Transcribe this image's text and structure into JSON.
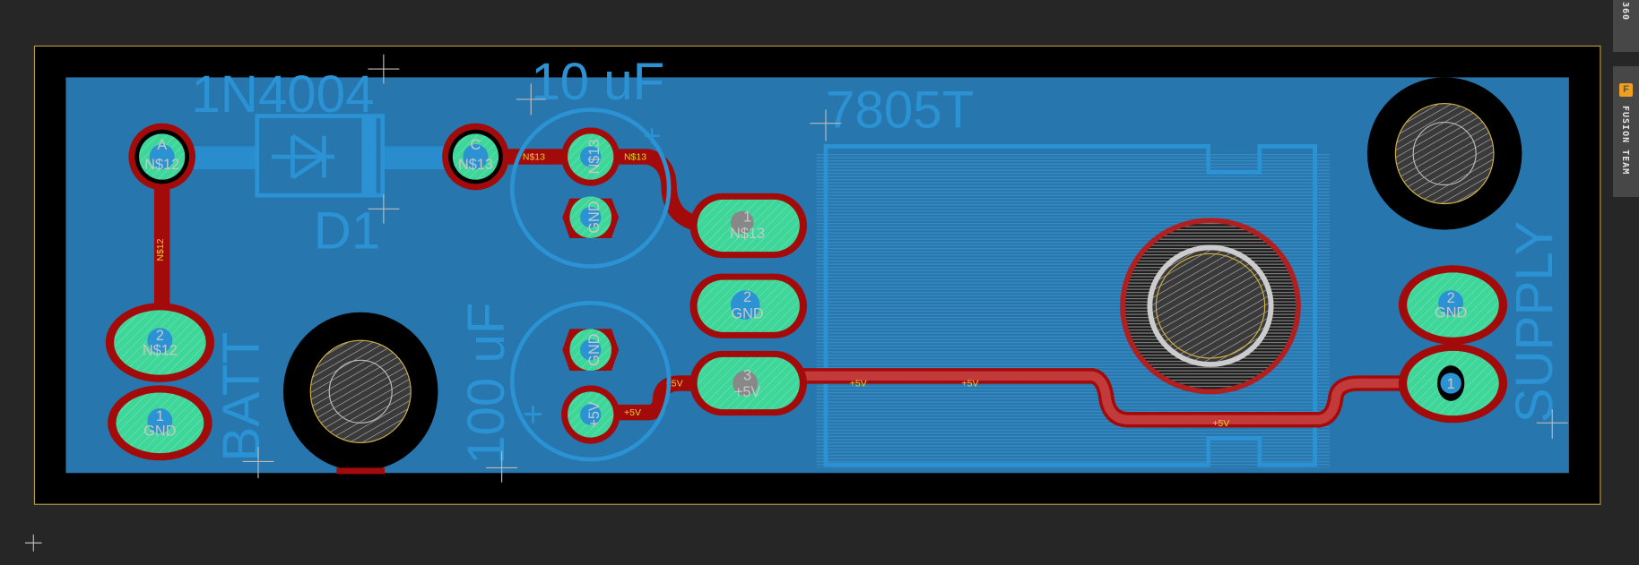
{
  "side_panel": {
    "tab_top_label": "360",
    "tab_fusion_label": "FUSION TEAM",
    "fusion_icon_letter": "F",
    "accent": "#f0a020"
  },
  "board": {
    "colors": {
      "background": "#262626",
      "board": "#000000",
      "copper_pour": "#2776ad",
      "trace": "#a30b0b",
      "pad": "#3fd69a",
      "silk": "#2b93d4",
      "outline": "#b59a3c"
    },
    "components": {
      "diode": {
        "value": "1N4004",
        "name": "D1",
        "pad_a": "A",
        "pad_a_net": "N$12",
        "pad_c": "C",
        "pad_c_net": "N$13"
      },
      "cap10": {
        "value": "10 uF",
        "pad1_net": "N$13",
        "pad2_net": "GND",
        "plus": "+",
        "minus": "-"
      },
      "cap100": {
        "value": "100 uF",
        "pad1_net": "GND",
        "pad2_net": "+5V",
        "plus": "+",
        "minus": "-"
      },
      "regulator": {
        "value": "7805T",
        "pad1_num": "1",
        "pad1_net": "N$13",
        "pad2_num": "2",
        "pad2_net": "GND",
        "pad3_num": "3",
        "pad3_net": "+5V"
      },
      "batt": {
        "name": "BATT",
        "pad2_num": "2",
        "pad2_net": "N$12",
        "pad1_num": "1",
        "pad1_net": "GND"
      },
      "supply": {
        "name": "SUPPLY",
        "pad2_num": "2",
        "pad2_net": "GND",
        "pad1_num": "1",
        "pad1_net": "+5V"
      }
    },
    "net_labels": {
      "n12": "N$12",
      "n13": "N$13",
      "v5": "+5V"
    }
  }
}
